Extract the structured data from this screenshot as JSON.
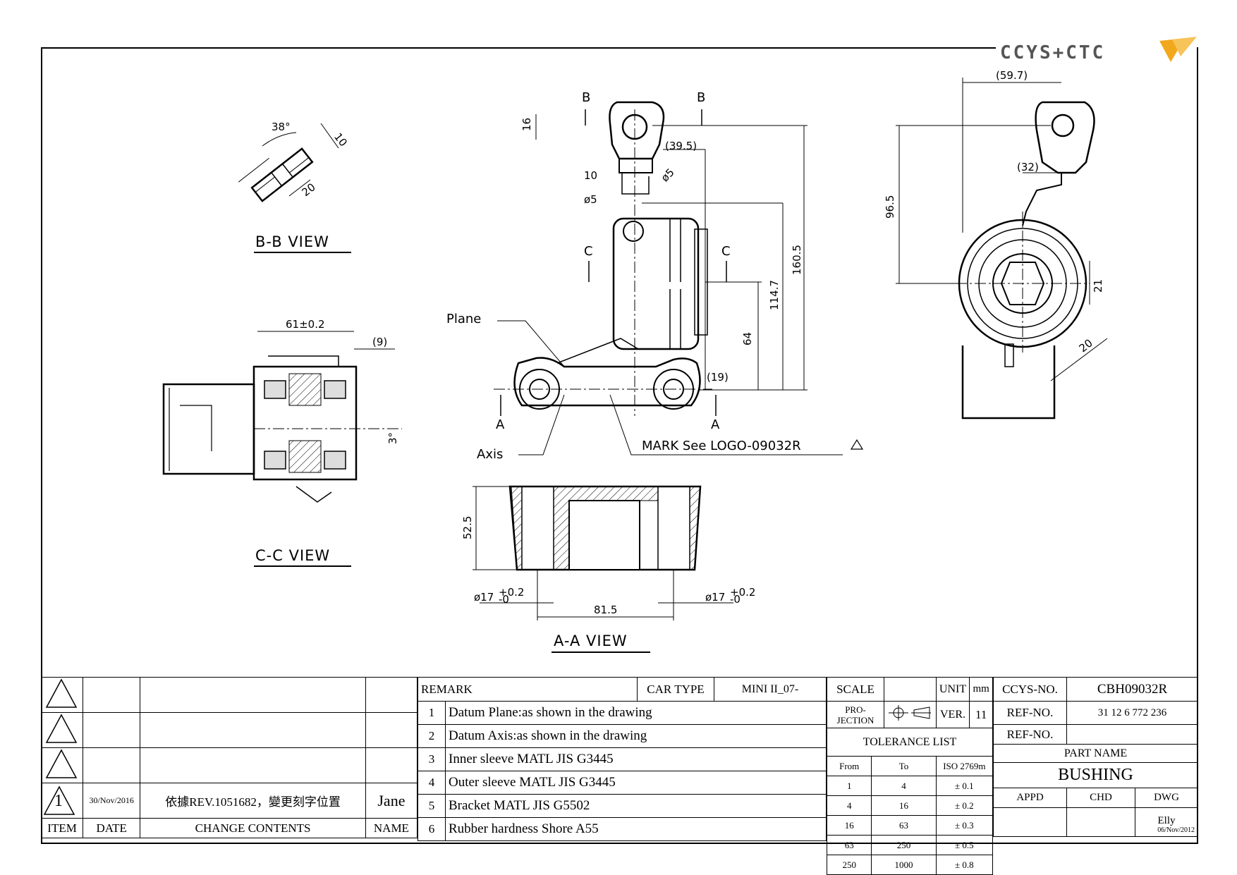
{
  "logo": {
    "text": "CCYS+CTC",
    "accent": "#f2a81d"
  },
  "views": {
    "bb": {
      "title": "B-B VIEW",
      "d_angle": "38°",
      "d_thick": "10",
      "d_width": "20"
    },
    "cc": {
      "title": "C-C VIEW",
      "d_len": "61±0.2",
      "d_ref": "(9)",
      "d_angle": "3°"
    },
    "aa": {
      "title": "A-A VIEW",
      "d_height": "52.5",
      "d_hole_left": "ø17",
      "d_hole_right": "ø17",
      "tol_up": "+0.2",
      "tol_dn": "-0",
      "d_span": "81.5"
    },
    "front": {
      "d16": "16",
      "d39": "(39.5)",
      "d10": "10",
      "d5a": "ø5",
      "d5b": "ø5",
      "d160": "160.5",
      "d114": "114.7",
      "d64": "64",
      "d19": "(19)",
      "sec_b": "B",
      "sec_c": "C",
      "sec_a": "A",
      "plane": "Plane",
      "axis": "Axis",
      "mark": "MARK See LOGO-09032R"
    },
    "side": {
      "d59": "(59.7)",
      "d32": "(32)",
      "d96": "96.5",
      "d21": "21",
      "d20": "20"
    }
  },
  "revisions": {
    "rows": [
      {
        "item": "",
        "date": "",
        "contents": "",
        "name": ""
      },
      {
        "item": "",
        "date": "",
        "contents": "",
        "name": ""
      },
      {
        "item": "",
        "date": "",
        "contents": "",
        "name": ""
      },
      {
        "item": "1",
        "date": "30/Nov/2016",
        "contents": "依據REV.1051682，變更刻字位置",
        "name": "Jane"
      }
    ],
    "headers": {
      "item": "ITEM",
      "date": "DATE",
      "contents": "CHANGE CONTENTS",
      "name": "NAME"
    }
  },
  "remarks": {
    "title": "REMARK",
    "car_type_label": "CAR TYPE",
    "car_type": "MINI II_07-",
    "items": [
      {
        "n": "1",
        "text": "Datum Plane:as shown in the drawing"
      },
      {
        "n": "2",
        "text": "Datum Axis:as shown in the drawing"
      },
      {
        "n": "3",
        "text": "Inner sleeve MATL JIS G3445"
      },
      {
        "n": "4",
        "text": "Outer sleeve MATL JIS G3445"
      },
      {
        "n": "5",
        "text": "Bracket MATL JIS G5502"
      },
      {
        "n": "6",
        "text": "Rubber hardness Shore A55"
      }
    ]
  },
  "info": {
    "scale_label": "SCALE",
    "scale": "",
    "unit_label": "UNIT",
    "unit": "mm",
    "projection_label": "PRO-\nJECTION",
    "ver_label": "VER.",
    "ver": "11",
    "tolerance_title": "TOLERANCE LIST",
    "tol_headers": {
      "from": "From",
      "to": "To",
      "std": "ISO 2769m"
    },
    "tolerances": [
      {
        "from": "1",
        "to": "4",
        "tol": "± 0.1"
      },
      {
        "from": "4",
        "to": "16",
        "tol": "± 0.2"
      },
      {
        "from": "16",
        "to": "63",
        "tol": "± 0.3"
      },
      {
        "from": "63",
        "to": "250",
        "tol": "± 0.5"
      },
      {
        "from": "250",
        "to": "1000",
        "tol": "± 0.8"
      }
    ]
  },
  "part": {
    "ccys_label": "CCYS-NO.",
    "ccys_no": "CBH09032R",
    "ref_label": "REF-NO.",
    "ref_no": "31 12 6 772 236",
    "ref2": "",
    "part_name_label": "PART NAME",
    "part_name": "BUSHING",
    "appd": "APPD",
    "chd": "CHD",
    "dwg": "DWG",
    "drawn_by": "Elly",
    "date": "06/Nov/2012"
  }
}
